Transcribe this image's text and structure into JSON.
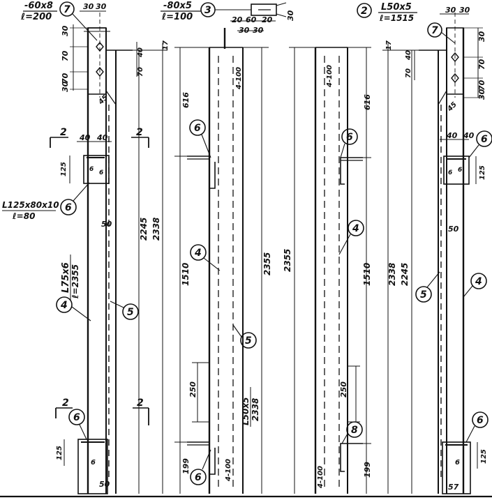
{
  "palette": {
    "ink": "#111111",
    "paper": "#ffffff"
  },
  "top_labels": {
    "plate_left": "-60x8",
    "plate_left_len": "ℓ=200",
    "plate_mid": "-80x5",
    "plate_mid_len": "ℓ=100",
    "angle_right": "L50x5",
    "angle_right_len": "ℓ=1515",
    "dim_20a": "20",
    "dim_60": "60",
    "dim_20b": "20",
    "dim_30a": "30",
    "dim_30b": "30",
    "dim_30_top": "30",
    "dim_30_topb": "30",
    "dim_30_topc": "30"
  },
  "callouts": {
    "n2": "2",
    "n3": "3",
    "n4": "4",
    "n5": "5",
    "n6": "6",
    "n7": "7",
    "n8": "8"
  },
  "section_marks": {
    "mark": "2"
  },
  "dimensions": {
    "d30": "30",
    "d70": "70",
    "d40": "40",
    "d17": "17",
    "d616": "616",
    "d125": "125",
    "d45": "45",
    "d50": "50",
    "d2245": "2245",
    "d2338": "2338",
    "d2355": "2355",
    "d1510": "1510",
    "d250": "250",
    "d199": "199",
    "d57": "57",
    "d6": "6"
  },
  "member_labels": {
    "angle_main": "L75x6",
    "angle_main_len": "ℓ=2355",
    "angle_side": "L125x80x10",
    "angle_side_len": "ℓ=80",
    "angle_inner": "L50x5",
    "angle_inner_len": "2338",
    "spacing_top": "4-100",
    "spacing_top_r": "4-100",
    "spacing_bot": "4-100",
    "spacing_bot_r": "4-100"
  }
}
